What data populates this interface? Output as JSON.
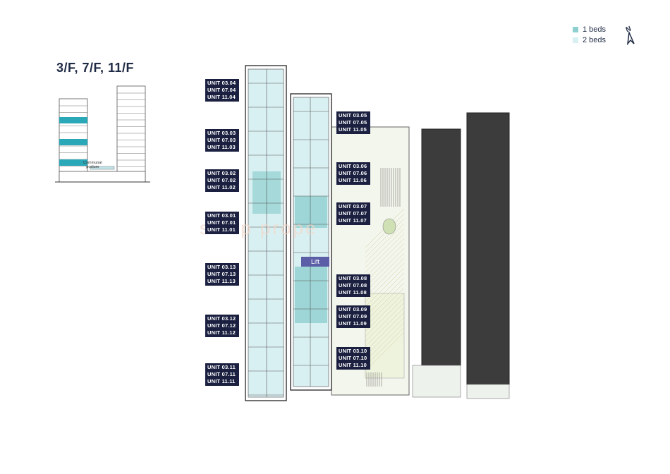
{
  "floor_title": "3/F, 7/F, 11/F",
  "legend": {
    "items": [
      {
        "label": "1 beds",
        "color": "#8ecfd0"
      },
      {
        "label": "2 beds",
        "color": "#d9f0f2"
      }
    ]
  },
  "compass": {
    "label": "N"
  },
  "section": {
    "communal_label_1": "Communal",
    "communal_label_2": "podium"
  },
  "lift_label": "Lift",
  "watermark": "sinsp prope",
  "colors": {
    "one_bed": "#8ecfd0",
    "two_bed": "#d9f0f2",
    "tag_bg": "#1b2040",
    "dark_block": "#3c3c3c",
    "landscape": "#e7eedb",
    "outline": "#444444"
  },
  "left_tags": [
    [
      "UNIT 03.04",
      "UNIT 07.04",
      "UNIT 11.04"
    ],
    [
      "UNIT 03.03",
      "UNIT 07.03",
      "UNIT 11.03"
    ],
    [
      "UNIT 03.02",
      "UNIT 07.02",
      "UNIT 11.02"
    ],
    [
      "UNIT 03.01",
      "UNIT 07.01",
      "UNIT 11.01"
    ],
    [
      "UNIT 03.13",
      "UNIT 07.13",
      "UNIT 11.13"
    ],
    [
      "UNIT 03.12",
      "UNIT 07.12",
      "UNIT 11.12"
    ],
    [
      "UNIT 03.11",
      "UNIT 07.11",
      "UNIT 11.11"
    ]
  ],
  "right_tags": [
    [
      "UNIT 03.05",
      "UNIT 07.05",
      "UNIT 11.05"
    ],
    [
      "UNIT 03.06",
      "UNIT 07.06",
      "UNIT 11.06"
    ],
    [
      "UNIT 03.07",
      "UNIT 07.07",
      "UNIT 11.07"
    ],
    [
      "UNIT 03.08",
      "UNIT 07.08",
      "UNIT 11.08"
    ],
    [
      "UNIT 03.09",
      "UNIT 07.09",
      "UNIT 11.09"
    ],
    [
      "UNIT 03.10",
      "UNIT 07.10",
      "UNIT 11.10"
    ]
  ]
}
